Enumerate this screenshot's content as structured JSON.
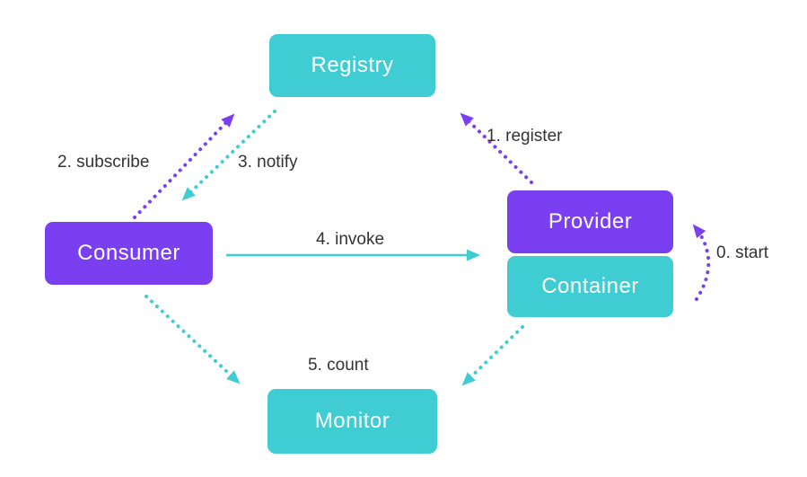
{
  "diagram_title": "service-architecture-diagram",
  "nodes": {
    "registry": {
      "label": "Registry",
      "color": "#3fccd2"
    },
    "provider": {
      "label": "Provider",
      "color": "#7b3ff2"
    },
    "container": {
      "label": "Container",
      "color": "#3fccd2"
    },
    "consumer": {
      "label": "Consumer",
      "color": "#7b3ff2"
    },
    "monitor": {
      "label": "Monitor",
      "color": "#3fccd2"
    }
  },
  "edges": {
    "start": {
      "label": "0. start",
      "from": "container",
      "to": "provider",
      "style": "dotted-curved"
    },
    "register": {
      "label": "1. register",
      "from": "provider",
      "to": "registry",
      "style": "dotted"
    },
    "subscribe": {
      "label": "2. subscribe",
      "from": "consumer",
      "to": "registry",
      "style": "dotted"
    },
    "notify": {
      "label": "3. notify",
      "from": "registry",
      "to": "consumer",
      "style": "dotted"
    },
    "invoke": {
      "label": "4. invoke",
      "from": "consumer",
      "to": "provider",
      "style": "solid"
    },
    "count_consumer": {
      "label": "5. count",
      "from": "consumer",
      "to": "monitor",
      "style": "dotted"
    },
    "count_provider": {
      "label": "",
      "from": "container",
      "to": "monitor",
      "style": "dotted"
    }
  },
  "colors": {
    "purple": "#7b3ff2",
    "teal": "#3fccd2",
    "label_text": "#333333",
    "node_text": "#ffffff",
    "background": "#ffffff"
  }
}
